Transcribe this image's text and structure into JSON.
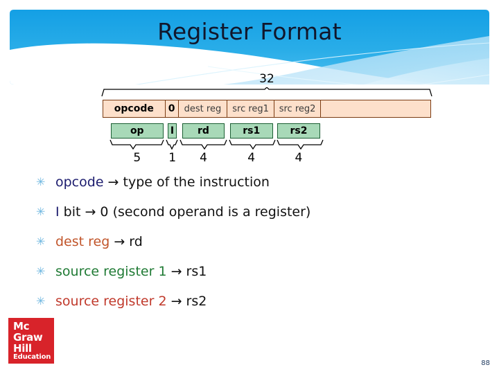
{
  "slide": {
    "title": "Register Format",
    "page_number": "88",
    "bullet_glyph": "✳",
    "accent_blue": "#1fa0e8",
    "bullet_color": "#6fb7e0"
  },
  "diagram": {
    "total_bits_label": "32",
    "fields": [
      {
        "label": "opcode",
        "width_pct": 19.0,
        "style": "bold"
      },
      {
        "label": "0",
        "width_pct": 4.0,
        "style": "ibit"
      },
      {
        "label": "dest reg",
        "width_pct": 15.0,
        "style": "plain"
      },
      {
        "label": "src reg1",
        "width_pct": 14.3,
        "style": "plain"
      },
      {
        "label": "src reg2",
        "width_pct": 14.3,
        "style": "plain"
      },
      {
        "label": "",
        "width_pct": 33.4,
        "style": "empty"
      }
    ],
    "mnemonics": [
      {
        "label": "op",
        "left_pct": 2.5,
        "width_pct": 16.0
      },
      {
        "label": "I",
        "left_pct": 19.8,
        "width_pct": 2.8
      },
      {
        "label": "rd",
        "left_pct": 24.2,
        "width_pct": 13.0
      },
      {
        "label": "rs1",
        "left_pct": 38.8,
        "width_pct": 13.0
      },
      {
        "label": "rs2",
        "left_pct": 53.2,
        "width_pct": 13.0
      }
    ],
    "bit_counts": [
      {
        "value": "5",
        "left_pct": 2.5,
        "width_pct": 16.0
      },
      {
        "value": "1",
        "left_pct": 19.0,
        "width_pct": 4.5
      },
      {
        "value": "4",
        "left_pct": 24.2,
        "width_pct": 13.0
      },
      {
        "value": "4",
        "left_pct": 38.8,
        "width_pct": 13.0
      },
      {
        "value": "4",
        "left_pct": 53.2,
        "width_pct": 13.0
      }
    ],
    "field_colors": {
      "fill": "#fde0cb",
      "border": "#7a3b12",
      "mnemonic_fill": "#a8d9b8",
      "mnemonic_border": "#1b5e33"
    }
  },
  "bullets": [
    {
      "keyword": "opcode",
      "keyword_class": "kw-opcode",
      "rest": " → type of the instruction"
    },
    {
      "keyword": "I",
      "keyword_class": "kw-ibit",
      "rest": " bit → 0 (second operand is a register)"
    },
    {
      "keyword": "dest reg",
      "keyword_class": "kw-dest",
      "rest": " → rd"
    },
    {
      "keyword": "source register 1",
      "keyword_class": "kw-src1",
      "rest": " → rs1"
    },
    {
      "keyword": "source register 2",
      "keyword_class": "kw-src2",
      "rest": " → rs2"
    }
  ],
  "logo": {
    "line1": "Mc",
    "line2": "Graw",
    "line3": "Hill",
    "line4": "Education",
    "background": "#d8232a"
  }
}
